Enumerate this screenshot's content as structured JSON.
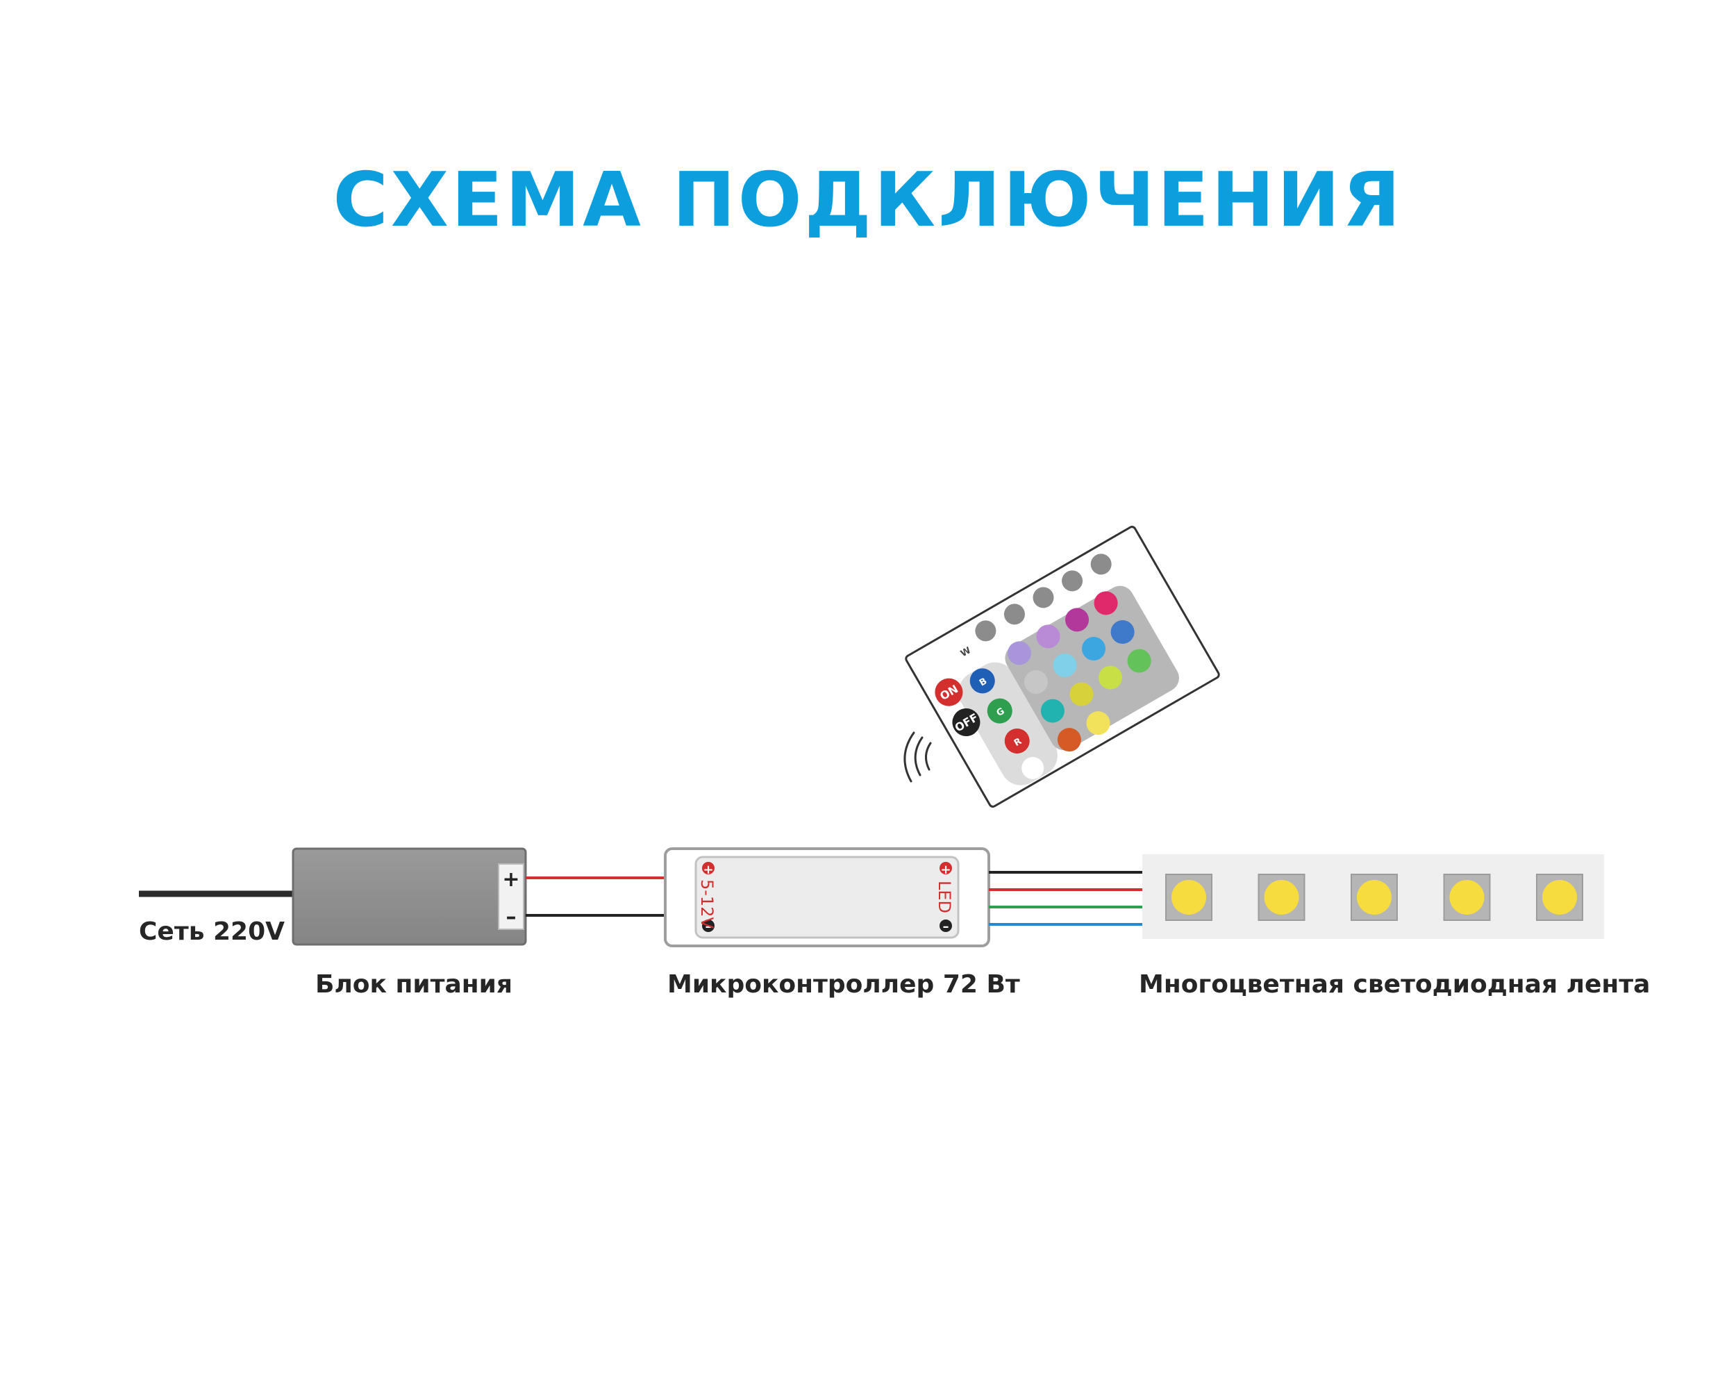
{
  "title": "СХЕМА ПОДКЛЮЧЕНИЯ",
  "labels": {
    "mains": "Сеть 220V",
    "power_supply": "Блок питания",
    "controller": "Микроконтроллер 72 Вт",
    "led_strip": "Многоцветная светодиодная лента"
  },
  "power_supply": {
    "plus": "+",
    "minus": "–"
  },
  "controller": {
    "input_label": "5-12V",
    "output_label": "LED",
    "plus": "+",
    "minus": "–"
  },
  "remote": {
    "buttons": {
      "on": "ON",
      "off": "OFF",
      "w": "W",
      "b": "B",
      "g": "G",
      "r": "R"
    }
  },
  "colors": {
    "title": "#0d9ede",
    "wire_red": "#d32f2f",
    "wire_black": "#222222",
    "wire_green": "#2e9e4f",
    "wire_blue": "#1f8bd6",
    "power_supply_body": "#8e8e8e",
    "led": "#f7dc3f",
    "strip": "#efefef"
  },
  "led_count": 5
}
